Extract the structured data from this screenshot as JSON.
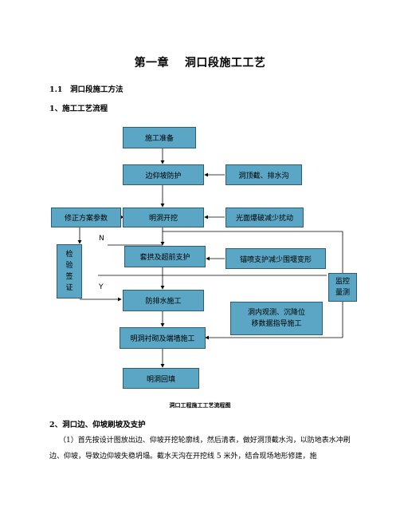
{
  "chapter_title": "第一章　 洞口段施工工艺",
  "section": "1.1　洞口段施工方法",
  "subsection1": "1、施工工艺流程",
  "flow": {
    "start": "施工准备",
    "slope_protect": "边仰坡防护",
    "drainage": "洞顶截、排水沟",
    "open_excavation": "明洞开挖",
    "smooth_blast": "光面爆破减少扰动",
    "modify_params": "修正方案参数",
    "check": [
      "检",
      "验",
      "签",
      "证"
    ],
    "arch_support": "套拱及超前支护",
    "anchor_support": "锚喷支护减少围堰变形",
    "monitor": [
      "监控",
      "量测"
    ],
    "waterproof": "防排水施工",
    "observation": [
      "洞内观测、沉降位",
      "移数据指导施工"
    ],
    "lining": "明洞衬砌及端墙施工",
    "backfill": "明洞回填",
    "label_n": "N",
    "label_y": "Y"
  },
  "caption": "洞口工程施工工艺流程图",
  "subsection2": "2、洞口边、仰坡刷坡及支护",
  "paragraph": "（1）首先按设计图放出边、仰坡开挖轮廓线，然后清表，做好洞顶截水沟，以防地表水冲刷边、仰坡，导致边仰坡失稳坍塌。截水天沟在开挖线 5 米外，结合现场地形修建，施"
}
